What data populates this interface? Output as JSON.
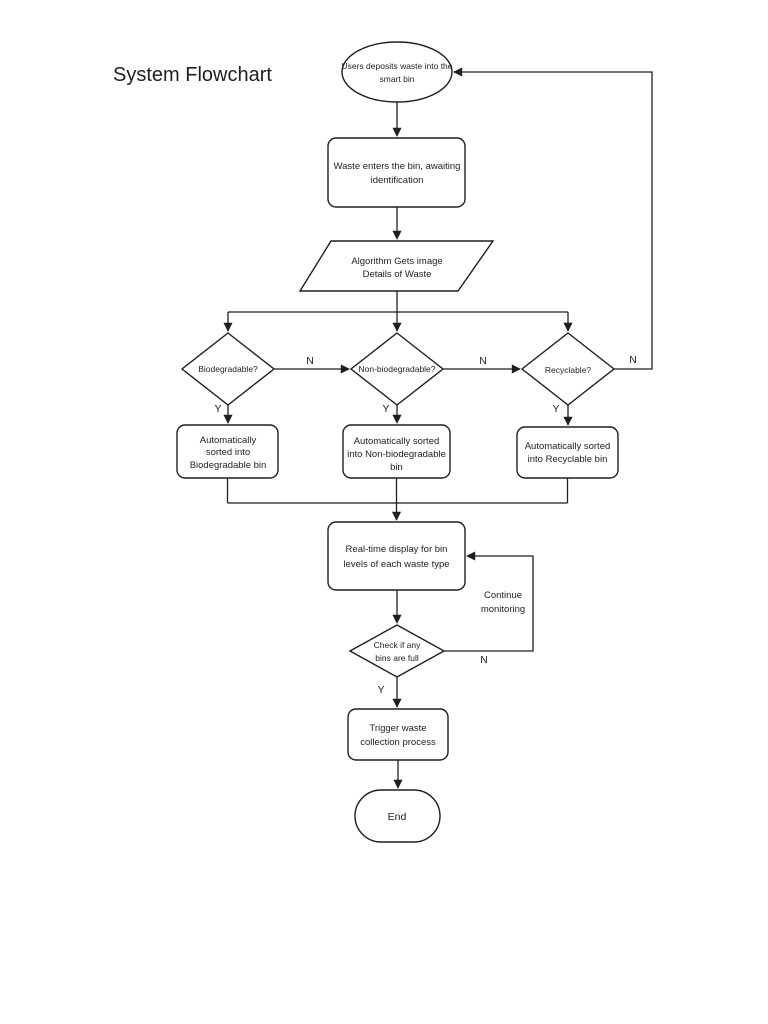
{
  "document": {
    "title": "System Flowchart"
  },
  "colors": {
    "stroke": "#1f1f1f",
    "shape_fill": "#ffffff",
    "page_background": "#ffffff"
  },
  "nodes": {
    "start": {
      "shape": "ellipse",
      "text": [
        "Users deposits waste into the",
        "smart bin"
      ]
    },
    "waste_enters": {
      "shape": "rounded-rectangle",
      "text": [
        "Waste enters the bin, awaiting",
        "identification"
      ]
    },
    "algorithm": {
      "shape": "parallelogram",
      "text": [
        "Algorithm Gets image",
        "Details of Waste"
      ]
    },
    "biodegradable": {
      "shape": "diamond",
      "text": [
        "Biodegradable?"
      ]
    },
    "non_biodegradable": {
      "shape": "diamond",
      "text": [
        "Non-biodegradable?"
      ]
    },
    "recyclable": {
      "shape": "diamond",
      "text": [
        "Recyclable?"
      ]
    },
    "sorted_biodegradable": {
      "shape": "rounded-rectangle",
      "text": [
        "Automatically",
        "sorted into",
        "Biodegradable bin"
      ]
    },
    "sorted_non_biodegradable": {
      "shape": "rounded-rectangle",
      "text": [
        "Automatically sorted",
        "into Non-biodegradable",
        "bin"
      ]
    },
    "sorted_recyclable": {
      "shape": "rounded-rectangle",
      "text": [
        "Automatically sorted",
        "into Recyclable bin"
      ]
    },
    "realtime_display": {
      "shape": "rounded-rectangle",
      "text": [
        "Real-time display for bin",
        "levels of each waste type"
      ]
    },
    "check_bins_full": {
      "shape": "diamond",
      "text": [
        "Check if any",
        "bins are full"
      ]
    },
    "trigger_collection": {
      "shape": "rounded-rectangle",
      "text": [
        "Trigger waste",
        "collection process"
      ]
    },
    "end": {
      "shape": "terminator",
      "text": [
        "End"
      ]
    }
  },
  "edge_labels": {
    "biodegradable_no": "N",
    "non_biodegradable_no": "N",
    "recyclable_no": "N",
    "biodegradable_yes": "Y",
    "non_biodegradable_yes": "Y",
    "recyclable_yes": "Y",
    "check_yes": "Y",
    "check_no": "N",
    "continue_monitoring": [
      "Continue",
      "monitoring"
    ]
  }
}
